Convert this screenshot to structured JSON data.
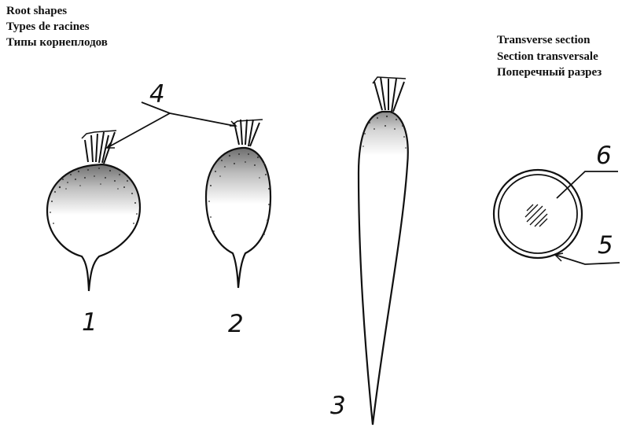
{
  "titles": {
    "left": [
      "Root shapes",
      "Types de racines",
      "Типы корнеплодов"
    ],
    "right": [
      "Transverse section",
      "Section transversale",
      "Поперечный разрез"
    ]
  },
  "labels": {
    "shape_1": "1",
    "shape_2": "2",
    "shape_3": "3",
    "crown": "4",
    "skin": "5",
    "flesh": "6"
  }
}
